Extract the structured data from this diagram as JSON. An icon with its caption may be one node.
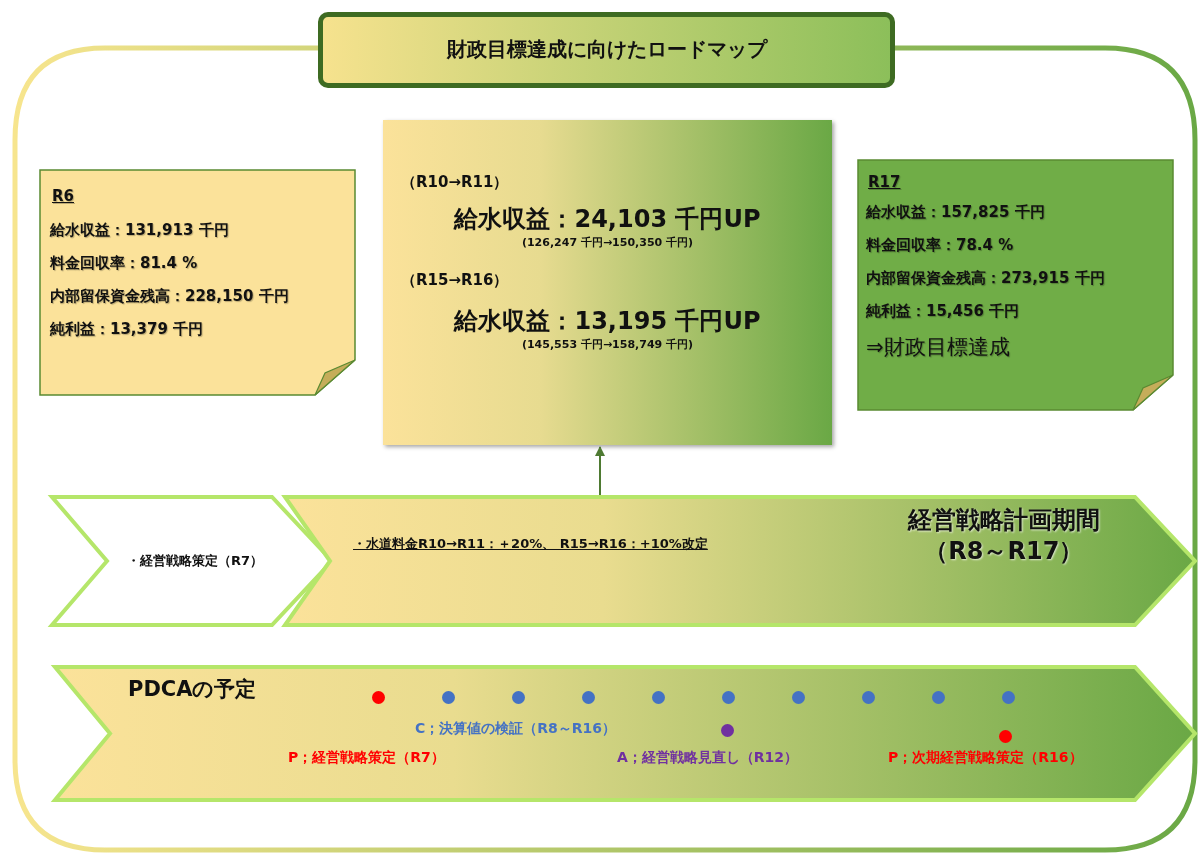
{
  "diagram": {
    "title": "財政目標達成に向けたロードマップ",
    "nodes": [
      {
        "text": [
          "R6",
          "給水収益：131,913 千円",
          "料金回収率：81.4 %",
          "内部留保資金残高：228,150 千円",
          "純利益：13,379 千円"
        ]
      },
      {
        "text": [
          "（R10→R11）",
          "給水収益：24,103 千円UP",
          "(126,247 千円→150,350 千円)",
          "（R15→R16）",
          "給水収益：13,195 千円UP",
          "(145,553 千円→158,749 千円)"
        ]
      },
      {
        "text": [
          "R17",
          "給水収益：157,825 千円",
          "料金回収率：78.4 %",
          "内部留保資金残高：273,915 千円",
          "純利益：15,456 千円",
          "⇒財政目標達成"
        ]
      },
      {
        "text": [
          "・経営戦略策定（R7）"
        ]
      },
      {
        "text": [
          "・水道料金R10→R11：＋20%、 R15→R16：+10%改定",
          "経営戦略計画期間（R8～R17）"
        ]
      },
      {
        "text": [
          "PDCAの予定",
          "C；決算値の検証（R8～R16）",
          "P；経営戦略策定（R7）",
          "A；経営戦略見直し（R12）",
          "P；次期経営戦略策定（R16）"
        ]
      }
    ],
    "edges": [
      {
        "from": 4,
        "to": 1,
        "arrow": "to"
      }
    ]
  }
}
